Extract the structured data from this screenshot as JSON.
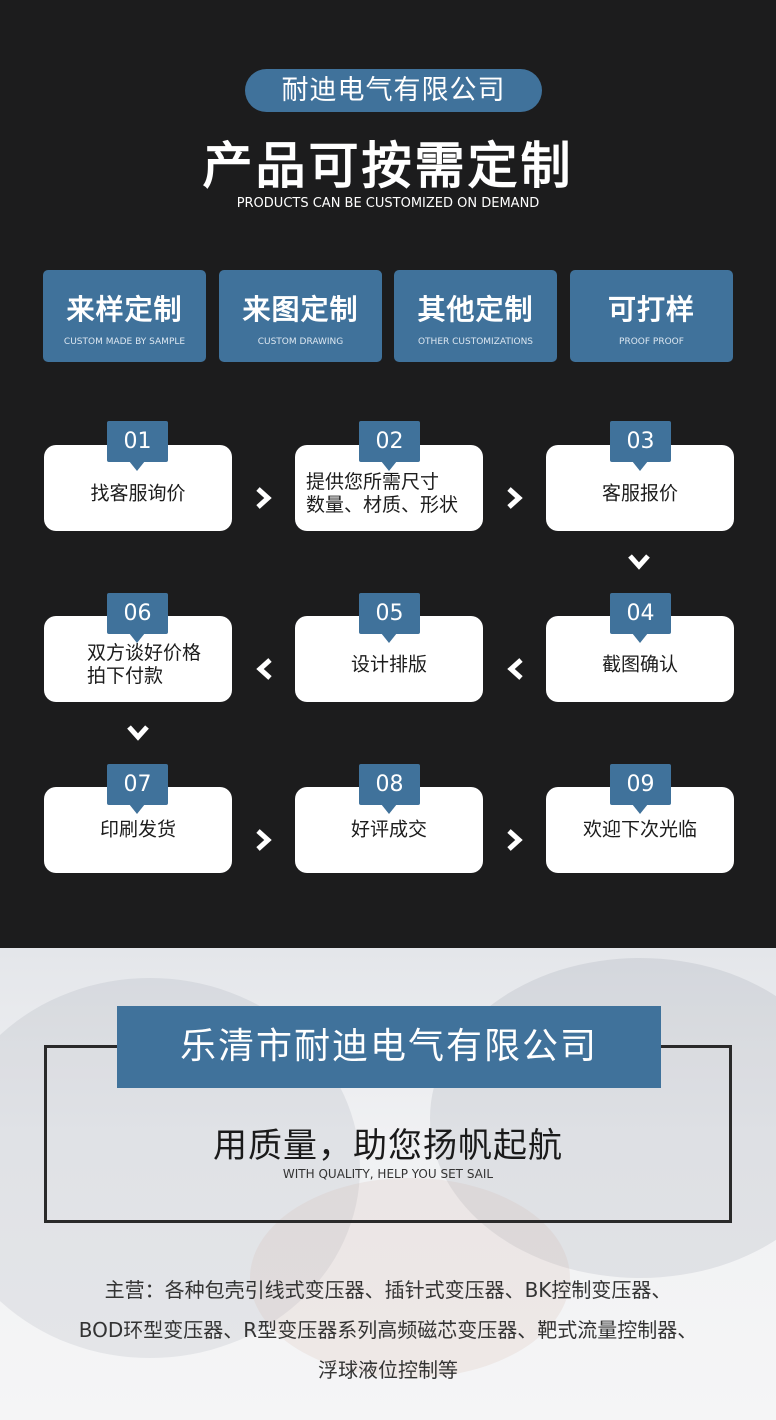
{
  "header": {
    "company": "耐迪电气有限公司",
    "title": "产品可按需定制",
    "subtitle": "PRODUCTS CAN BE CUSTOMIZED ON DEMAND"
  },
  "categories": [
    {
      "zh": "来样定制",
      "en": "CUSTOM MADE BY SAMPLE"
    },
    {
      "zh": "来图定制",
      "en": "CUSTOM DRAWING"
    },
    {
      "zh": "其他定制",
      "en": "OTHER CUSTOMIZATIONS"
    },
    {
      "zh": "可打样",
      "en": "PROOF PROOF"
    }
  ],
  "steps": [
    {
      "num": "01",
      "lines": [
        "找客服询价"
      ]
    },
    {
      "num": "02",
      "lines": [
        "提供您所需尺寸",
        "数量、材质、形状"
      ]
    },
    {
      "num": "03",
      "lines": [
        "客服报价"
      ]
    },
    {
      "num": "04",
      "lines": [
        "截图确认"
      ]
    },
    {
      "num": "05",
      "lines": [
        "设计排版"
      ]
    },
    {
      "num": "06",
      "lines": [
        "双方谈好价格",
        "拍下付款"
      ]
    },
    {
      "num": "07",
      "lines": [
        "印刷发货"
      ]
    },
    {
      "num": "08",
      "lines": [
        "好评成交"
      ]
    },
    {
      "num": "09",
      "lines": [
        "欢迎下次光临"
      ]
    }
  ],
  "icons": {
    "arrow_right": "chevron-right-icon",
    "arrow_left": "chevron-left-icon",
    "arrow_down": "chevron-down-icon"
  },
  "footer": {
    "company": "乐清市耐迪电气有限公司",
    "slogan": "用质量，助您扬帆起航",
    "slogan_en": "WITH QUALITY, HELP YOU SET SAIL",
    "business_lines": [
      "主营：各种包壳引线式变压器、插针式变压器、BK控制变压器、",
      "BOD环型变压器、R型变压器系列高频磁芯变压器、靶式流量控制器、",
      "浮球液位控制等"
    ]
  },
  "colors": {
    "accent": "#40729b",
    "background_dark": "#1c1c1d",
    "card": "#ffffff"
  }
}
